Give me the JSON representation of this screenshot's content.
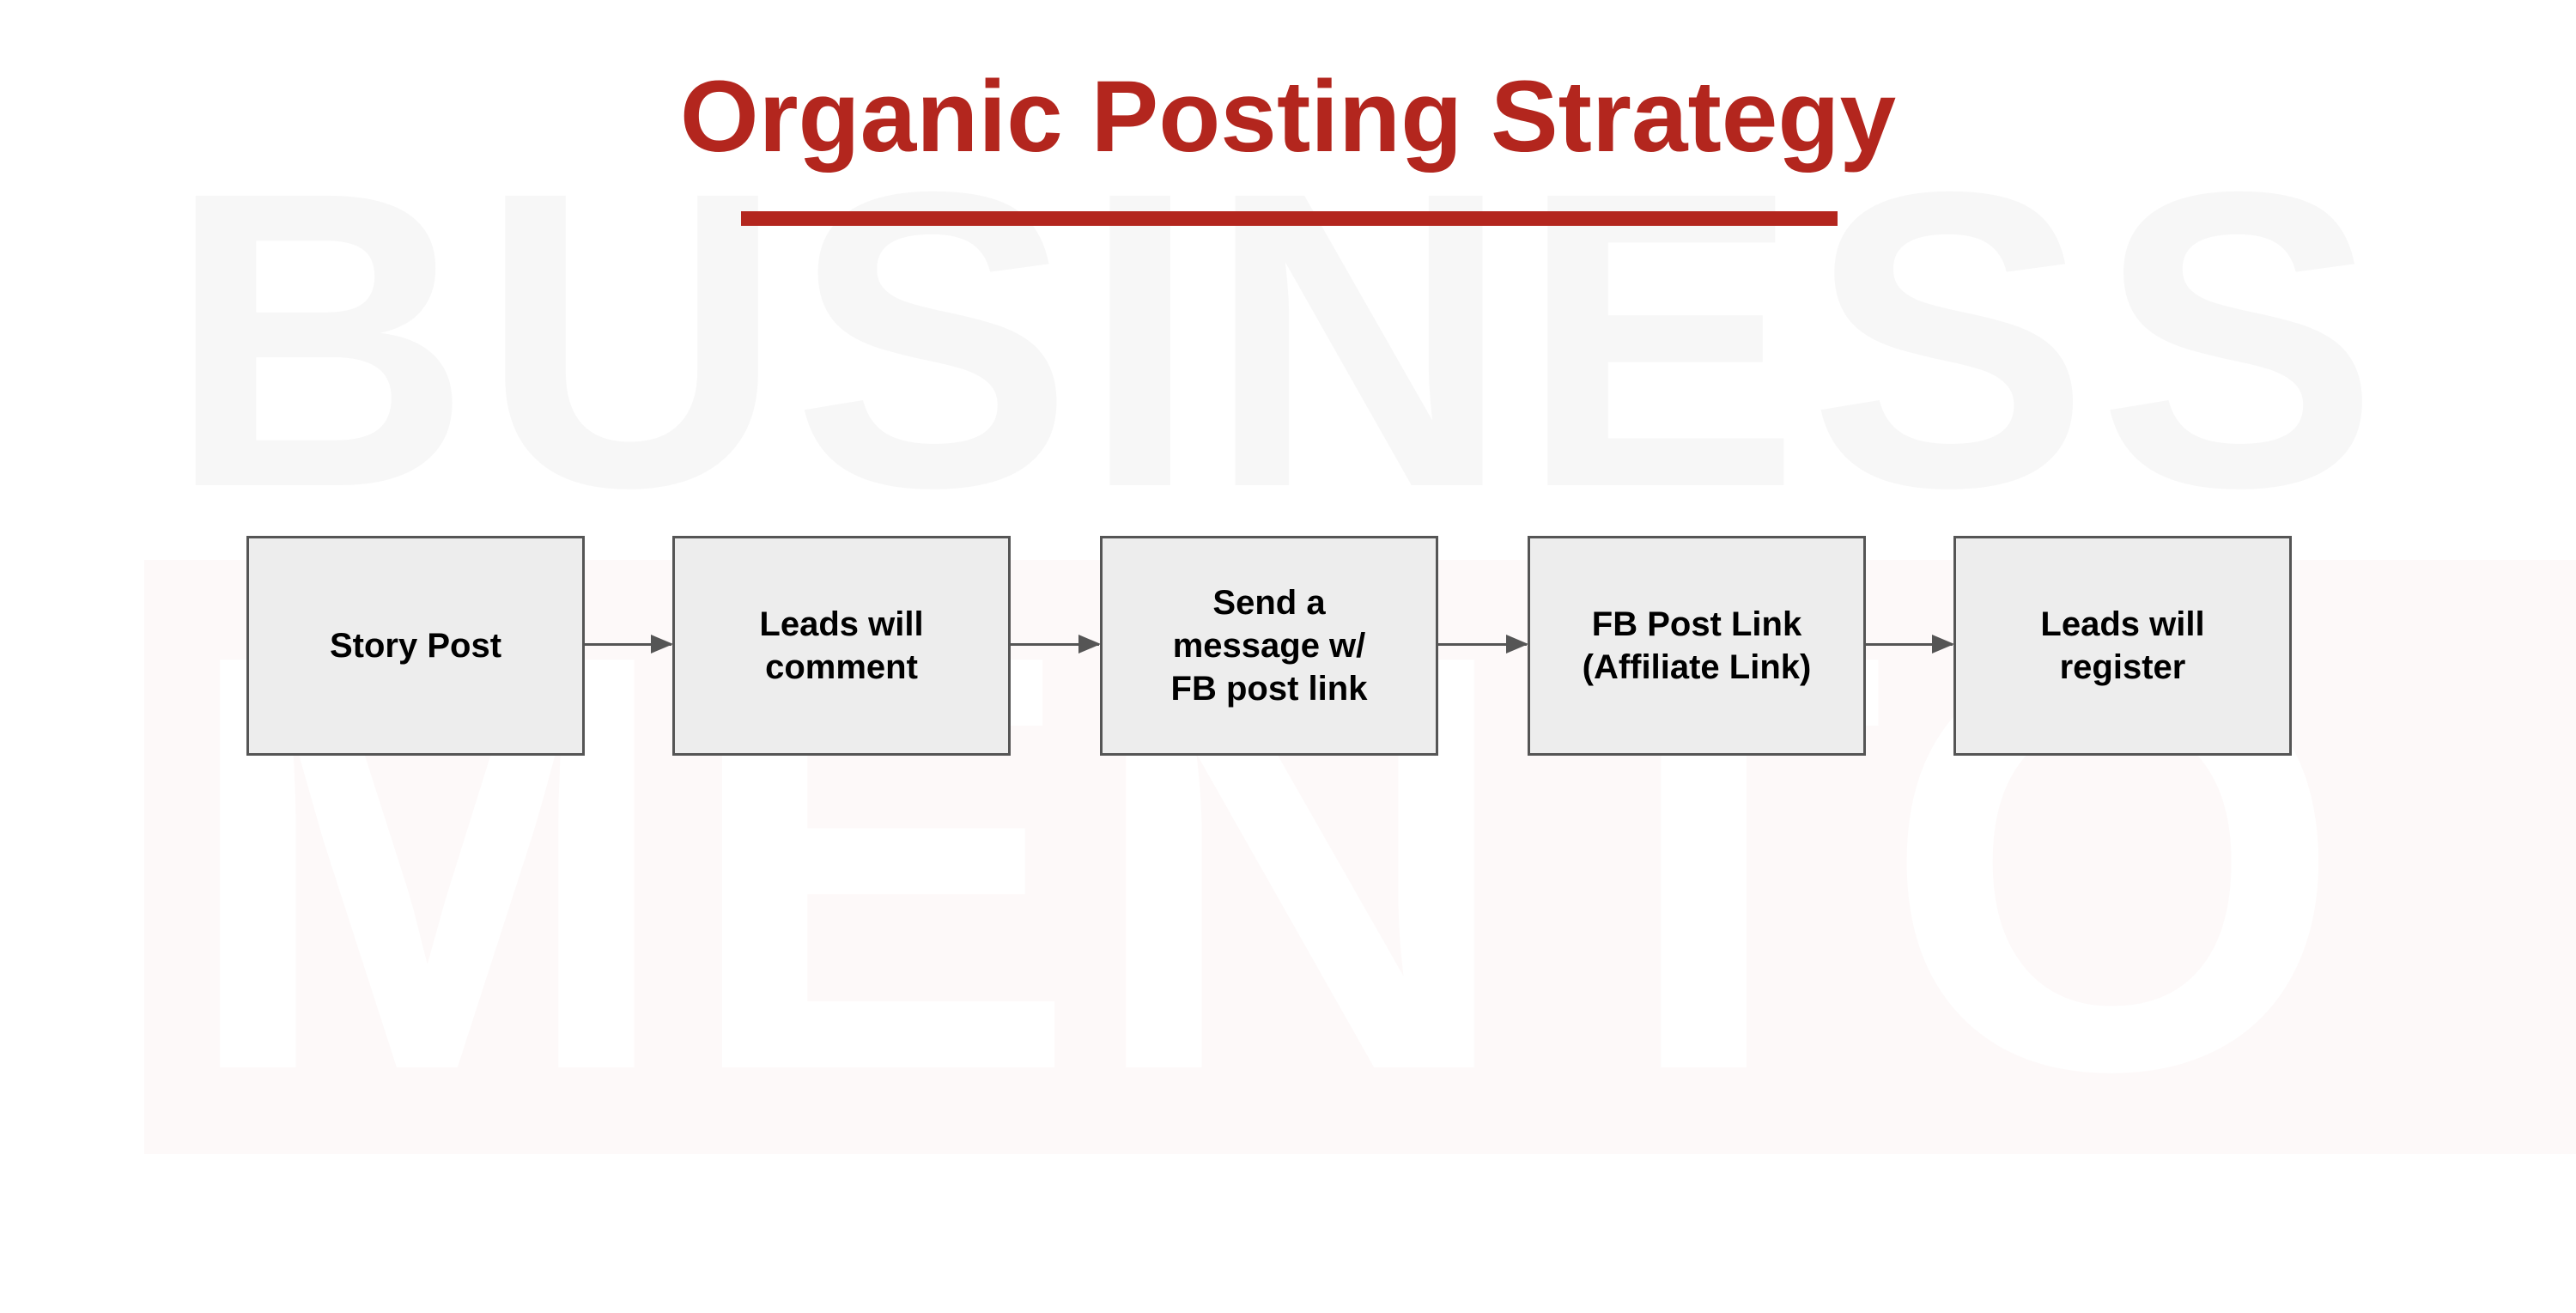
{
  "watermark": {
    "line1": "BUSINESS",
    "line2": "MENTO"
  },
  "title": "Organic Posting Strategy",
  "colors": {
    "accent": "#b3261e",
    "box_fill": "#ededed",
    "box_border": "#555555"
  },
  "steps": [
    {
      "label": "Story Post"
    },
    {
      "label": "Leads will\ncomment"
    },
    {
      "label": "Send a\nmessage w/\nFB post link"
    },
    {
      "label": "FB Post Link\n(Affiliate Link)"
    },
    {
      "label": "Leads will\nregister"
    }
  ]
}
